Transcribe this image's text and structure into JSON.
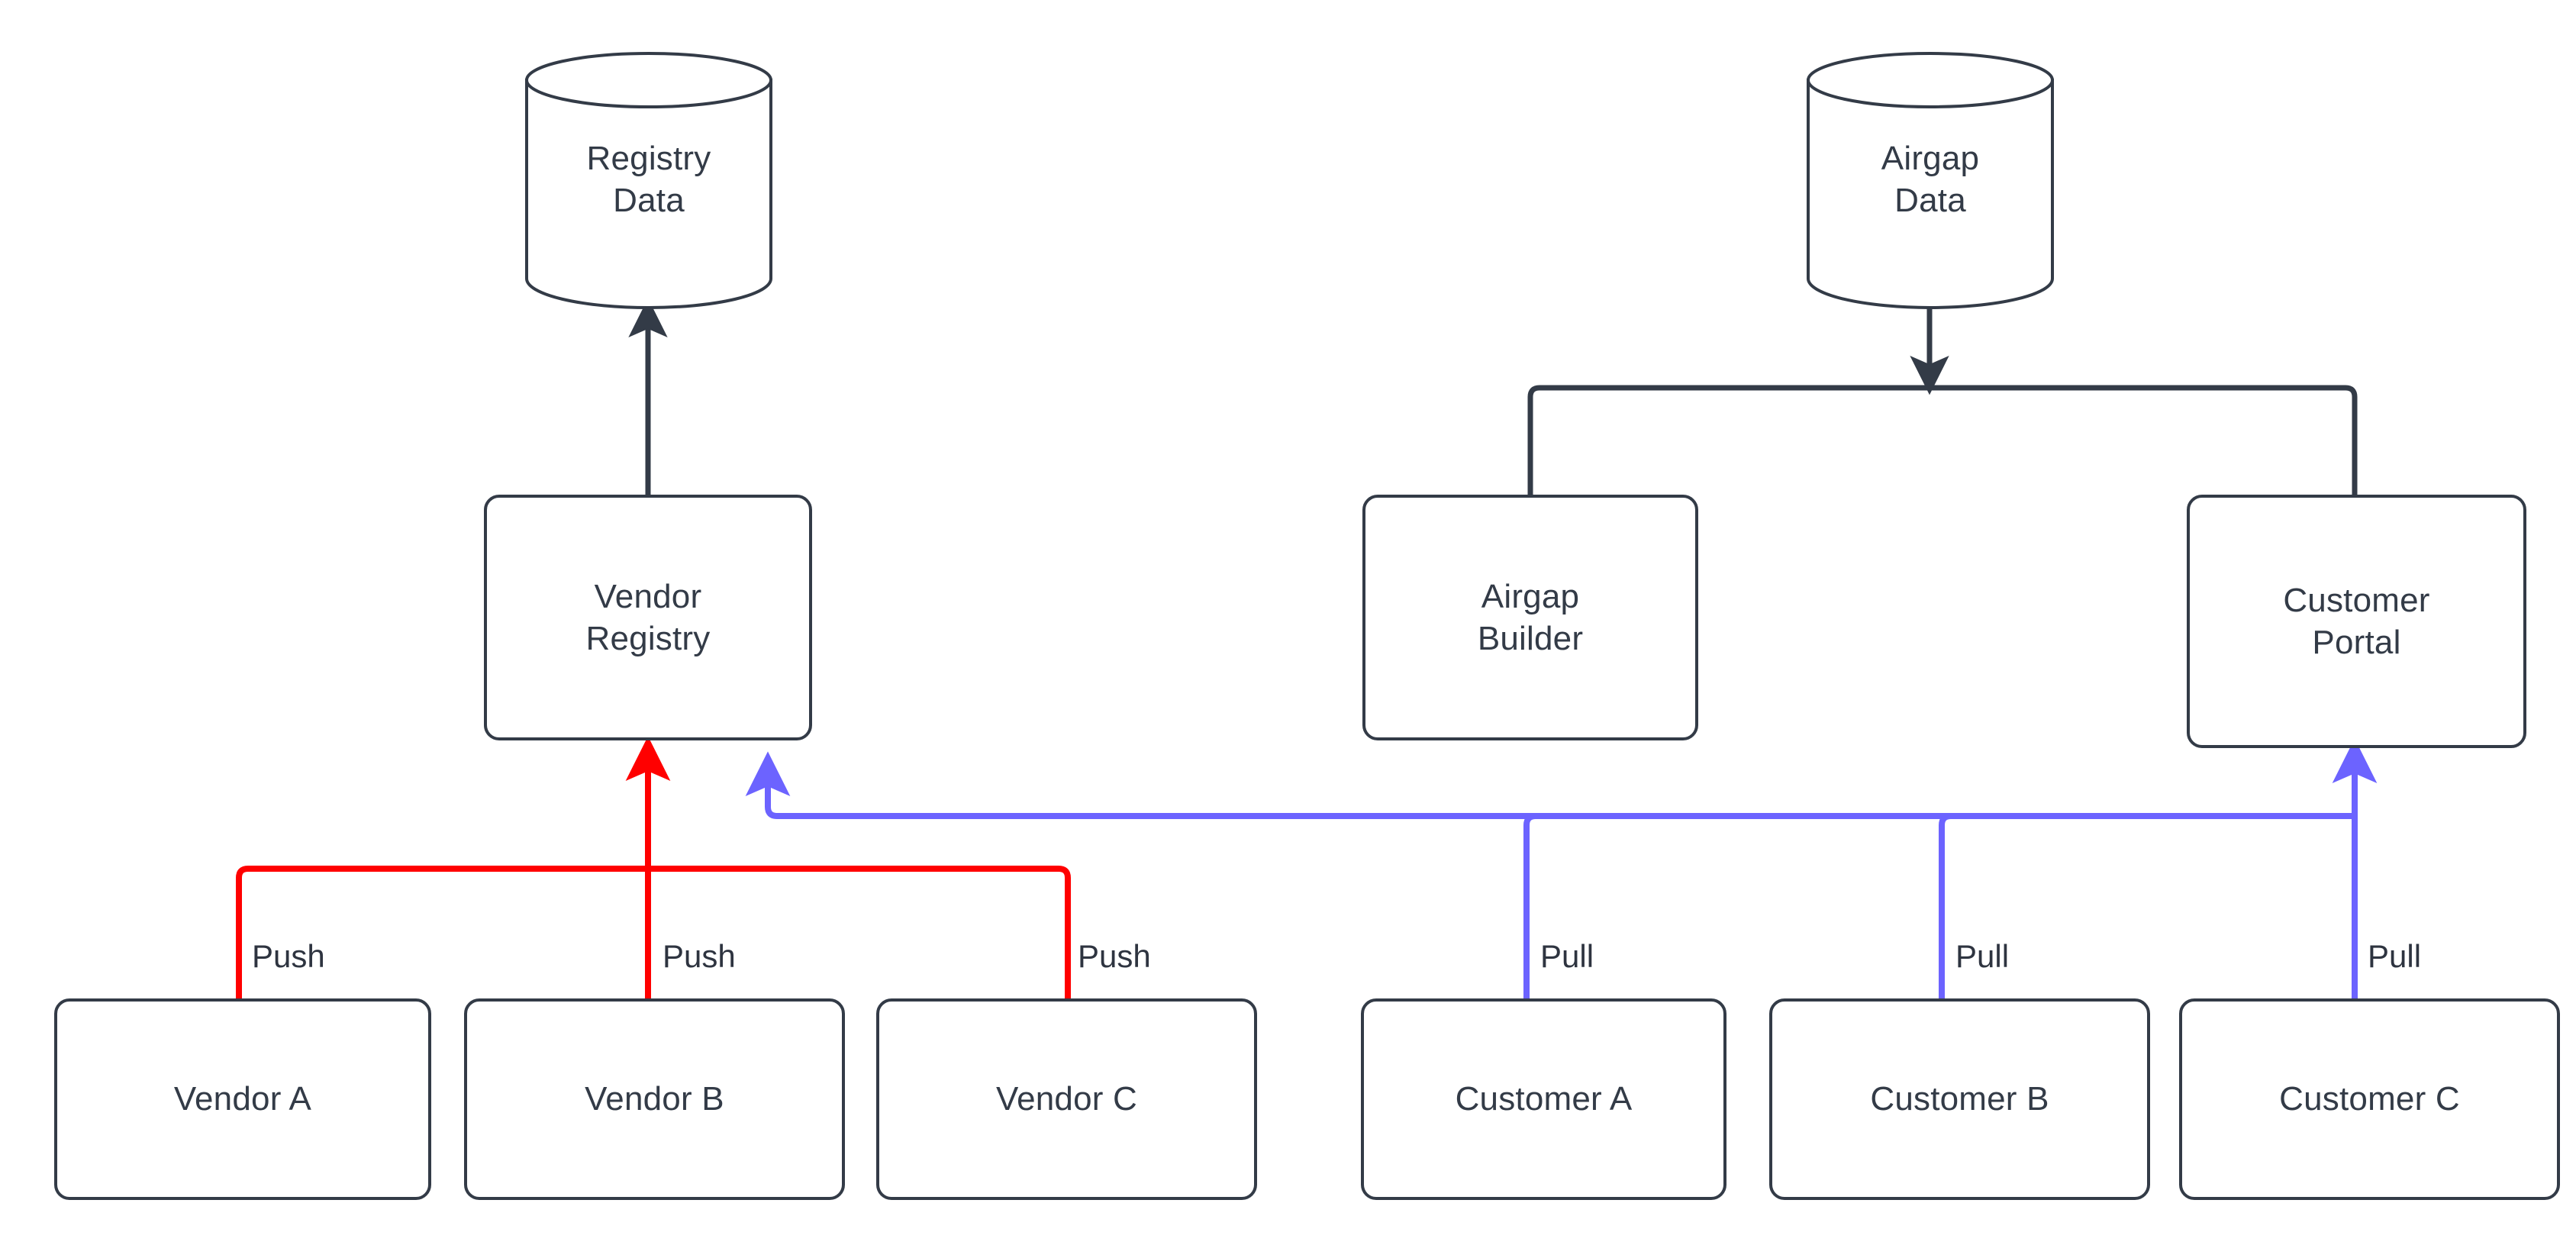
{
  "diagram": {
    "type": "flowchart",
    "background_color": "#ffffff",
    "node_stroke_color": "#333B47",
    "node_fill_color": "#ffffff",
    "text_color": "#333B47",
    "edge_colors": {
      "default": "#333B47",
      "push": "#FF0000",
      "pull": "#6C63FF"
    },
    "datastores": [
      {
        "id": "registry-data",
        "line1": "Registry",
        "line2": "Data",
        "shape": "cylinder"
      },
      {
        "id": "airgap-data",
        "line1": "Airgap",
        "line2": "Data",
        "shape": "cylinder"
      }
    ],
    "services": [
      {
        "id": "vendor-registry",
        "line1": "Vendor",
        "line2": "Registry",
        "shape": "rounded-rect"
      },
      {
        "id": "airgap-builder",
        "line1": "Airgap",
        "line2": "Builder",
        "shape": "rounded-rect"
      },
      {
        "id": "customer-portal",
        "line1": "Customer",
        "line2": "Portal",
        "shape": "rounded-rect"
      }
    ],
    "actors": [
      {
        "id": "vendor-a",
        "label": "Vendor A",
        "edge_label": "Push",
        "edge_color": "#FF0000"
      },
      {
        "id": "vendor-b",
        "label": "Vendor B",
        "edge_label": "Push",
        "edge_color": "#FF0000"
      },
      {
        "id": "vendor-c",
        "label": "Vendor C",
        "edge_label": "Push",
        "edge_color": "#FF0000"
      },
      {
        "id": "customer-a",
        "label": "Customer A",
        "edge_label": "Pull",
        "edge_color": "#6C63FF"
      },
      {
        "id": "customer-b",
        "label": "Customer B",
        "edge_label": "Pull",
        "edge_color": "#6C63FF"
      },
      {
        "id": "customer-c",
        "label": "Customer C",
        "edge_label": "Pull",
        "edge_color": "#6C63FF"
      }
    ],
    "edges": [
      {
        "from": "vendor-registry",
        "to": "registry-data",
        "color": "#333B47",
        "label": ""
      },
      {
        "from": "airgap-builder",
        "to": "airgap-data",
        "color": "#333B47",
        "label": ""
      },
      {
        "from": "customer-portal",
        "to": "airgap-data",
        "color": "#333B47",
        "label": ""
      },
      {
        "from": "vendor-a",
        "to": "vendor-registry",
        "color": "#FF0000",
        "label": "Push"
      },
      {
        "from": "vendor-b",
        "to": "vendor-registry",
        "color": "#FF0000",
        "label": "Push"
      },
      {
        "from": "vendor-c",
        "to": "vendor-registry",
        "color": "#FF0000",
        "label": "Push"
      },
      {
        "from": "customer-a",
        "to": "customer-portal",
        "color": "#6C63FF",
        "label": "Pull"
      },
      {
        "from": "customer-b",
        "to": "customer-portal",
        "color": "#6C63FF",
        "label": "Pull"
      },
      {
        "from": "customer-c",
        "to": "customer-portal",
        "color": "#6C63FF",
        "label": "Pull"
      },
      {
        "from": "customers",
        "to": "vendor-registry",
        "color": "#6C63FF",
        "label": ""
      }
    ]
  }
}
